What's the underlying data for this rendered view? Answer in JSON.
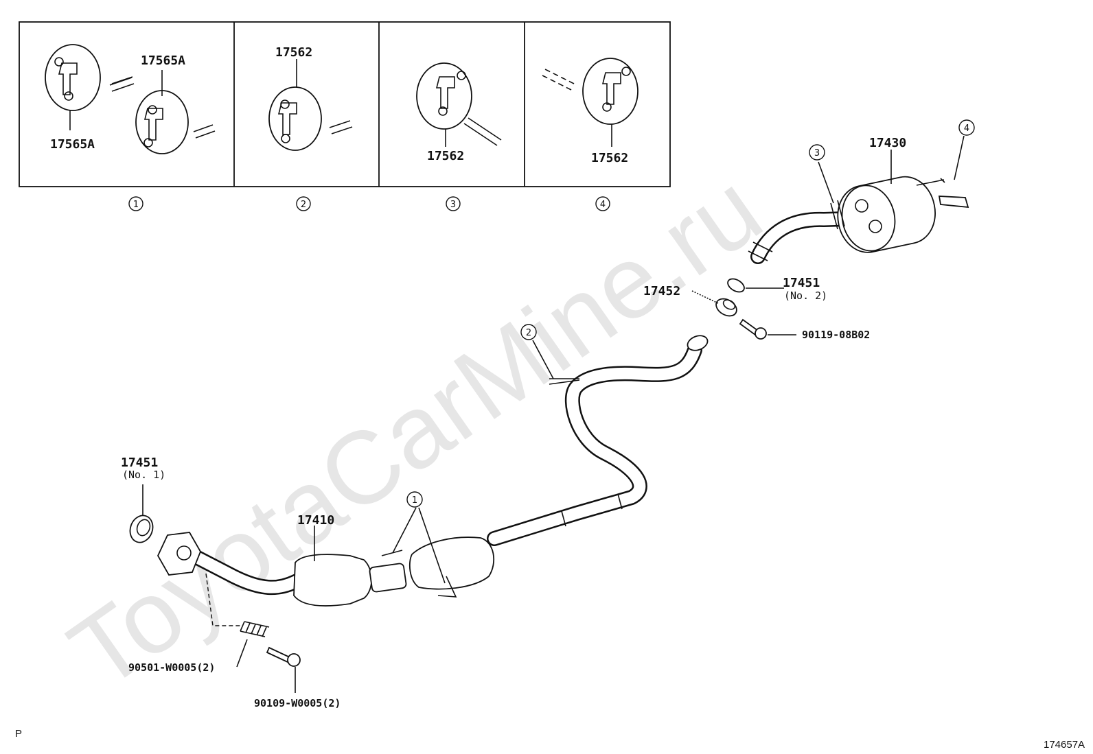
{
  "watermark": "ToyotaCarMine.ru",
  "legend_boxes": [
    {
      "circle": "1",
      "labels": [
        "17565A",
        "17565A"
      ]
    },
    {
      "circle": "2",
      "labels": [
        "17562"
      ]
    },
    {
      "circle": "3",
      "labels": [
        "17562"
      ]
    },
    {
      "circle": "4",
      "labels": [
        "17562"
      ]
    }
  ],
  "parts": {
    "muffler": "17430",
    "rear_callout_3": "3",
    "rear_callout_4": "4",
    "gasket_no2_part": "17451",
    "gasket_no2_note": "(No. 2)",
    "ring": "17452",
    "bolt_rear": "90119-08B02",
    "center_callout_2": "2",
    "gasket_no1_part": "17451",
    "gasket_no1_note": "(No. 1)",
    "converter": "17410",
    "front_callout_1": "1",
    "spring": "90501-W0005(2)",
    "bolt_front": "90109-W0005(2)"
  },
  "footer": {
    "left": "P",
    "right": "174657A"
  }
}
